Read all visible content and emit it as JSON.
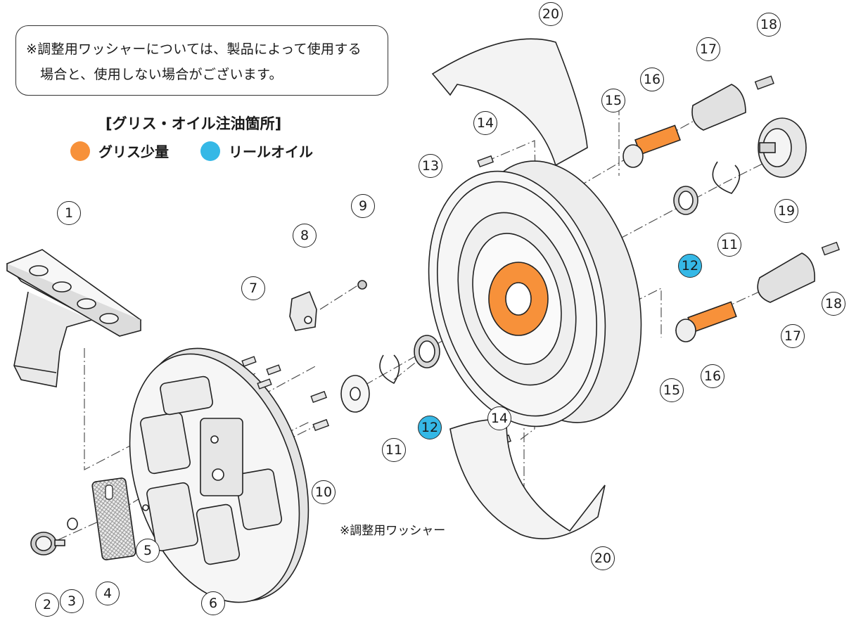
{
  "note": {
    "line1": "※調整用ワッシャーについては、製品によって使用する",
    "line2": "場合と、使用しない場合がございます。"
  },
  "legend": {
    "title": "[グリス・オイル注油箇所]",
    "grease": {
      "label": "グリス少量",
      "color": "#f7913a"
    },
    "oil": {
      "label": "リールオイル",
      "color": "#35b8e6"
    }
  },
  "washer_label": "※調整用ワッシャー",
  "parts": [
    {
      "key": "p1",
      "number": "1",
      "type": "normal"
    },
    {
      "key": "p2",
      "number": "2",
      "type": "normal"
    },
    {
      "key": "p3",
      "number": "3",
      "type": "normal"
    },
    {
      "key": "p4",
      "number": "4",
      "type": "normal"
    },
    {
      "key": "p5",
      "number": "5",
      "type": "normal"
    },
    {
      "key": "p6",
      "number": "6",
      "type": "normal"
    },
    {
      "key": "p7",
      "number": "7",
      "type": "normal"
    },
    {
      "key": "p8",
      "number": "8",
      "type": "normal"
    },
    {
      "key": "p9",
      "number": "9",
      "type": "normal"
    },
    {
      "key": "p10",
      "number": "10",
      "type": "normal"
    },
    {
      "key": "p11a",
      "number": "11",
      "type": "normal"
    },
    {
      "key": "p11b",
      "number": "11",
      "type": "normal"
    },
    {
      "key": "p12a",
      "number": "12",
      "type": "oil"
    },
    {
      "key": "p12b",
      "number": "12",
      "type": "oil"
    },
    {
      "key": "p13",
      "number": "13",
      "type": "normal"
    },
    {
      "key": "p14a",
      "number": "14",
      "type": "normal"
    },
    {
      "key": "p14b",
      "number": "14",
      "type": "normal"
    },
    {
      "key": "p15a",
      "number": "15",
      "type": "normal"
    },
    {
      "key": "p15b",
      "number": "15",
      "type": "normal"
    },
    {
      "key": "p16a",
      "number": "16",
      "type": "normal"
    },
    {
      "key": "p16b",
      "number": "16",
      "type": "normal"
    },
    {
      "key": "p17a",
      "number": "17",
      "type": "normal"
    },
    {
      "key": "p17b",
      "number": "17",
      "type": "normal"
    },
    {
      "key": "p18a",
      "number": "18",
      "type": "normal"
    },
    {
      "key": "p18b",
      "number": "18",
      "type": "normal"
    },
    {
      "key": "p19",
      "number": "19",
      "type": "normal"
    },
    {
      "key": "p20a",
      "number": "20",
      "type": "normal"
    },
    {
      "key": "p20b",
      "number": "20",
      "type": "normal"
    }
  ]
}
